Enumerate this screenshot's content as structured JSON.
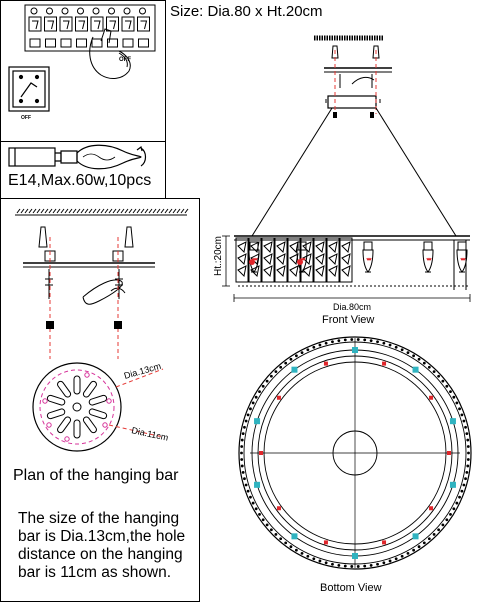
{
  "size_text": "Size: Dia.80 x Ht.20cm",
  "switch_panel": {
    "off_label": "OFF"
  },
  "bulb_panel": {
    "spec": "E14,Max.60w,10pcs"
  },
  "hanging_bar": {
    "dia_label_13": "Dia.13cm",
    "dia_label_11": "Dia.11cm",
    "plan_caption": "Plan of the hanging bar",
    "description": [
      "The size of the hanging",
      "bar is Dia.13cm,the hole",
      "distance on the hanging",
      "bar is 11cm as shown."
    ]
  },
  "front_view": {
    "height_label": "Ht.:20cm",
    "width_label": "Dia.80cm",
    "caption": "Front View"
  },
  "bottom_view": {
    "caption": "Bottom View"
  },
  "colors": {
    "line": "#000000",
    "accent_red": "#e0262b",
    "accent_cyan": "#2fb3c0",
    "dash_red": "#e53935",
    "dash_magenta": "#d6339a"
  }
}
